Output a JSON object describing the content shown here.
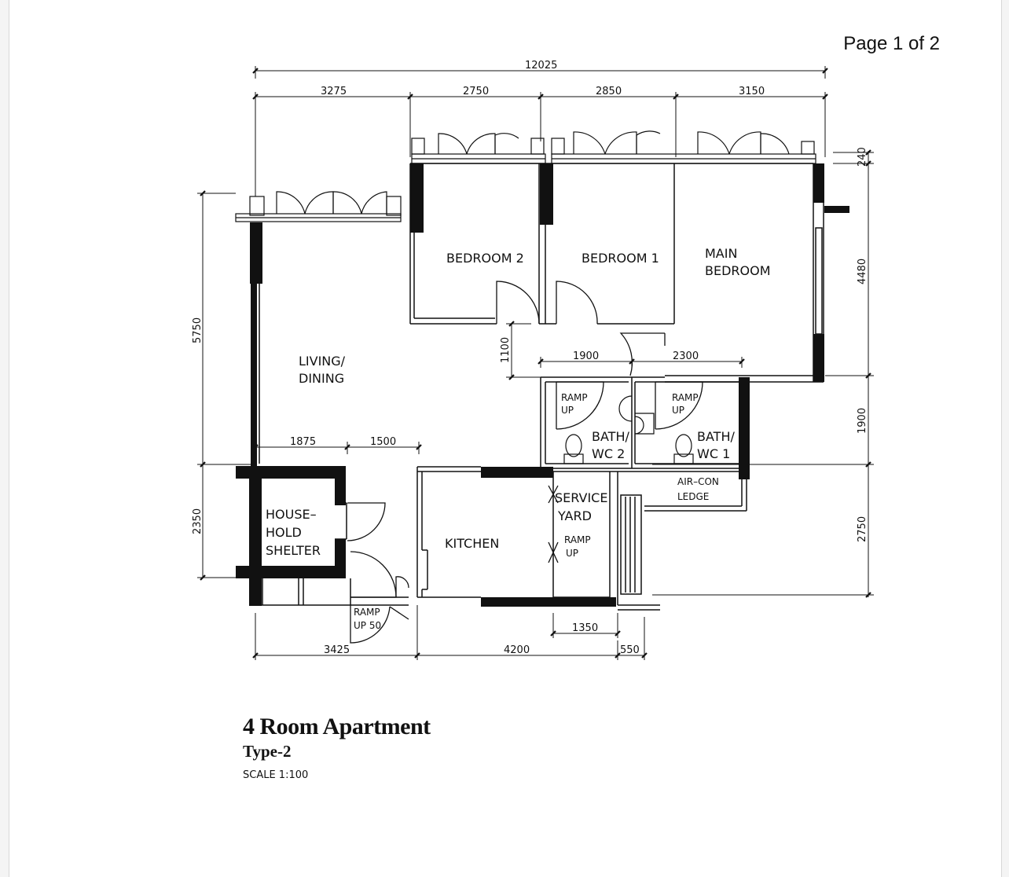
{
  "page_label": "Page 1 of 2",
  "title": "4 Room Apartment",
  "subtitle": "Type-2",
  "scale": "SCALE  1:100",
  "rooms": {
    "bedroom2": "BEDROOM  2",
    "bedroom1": "BEDROOM  1",
    "main_bedroom": [
      "MAIN",
      "BEDROOM"
    ],
    "living_dining": [
      "LIVING/",
      "DINING"
    ],
    "bath2": [
      "BATH/",
      "WC  2"
    ],
    "bath1": [
      "BATH/",
      "WC  1"
    ],
    "household_shelter": [
      "HOUSE–",
      "HOLD",
      "SHELTER"
    ],
    "kitchen": "KITCHEN",
    "service_yard": [
      "SERVICE",
      "YARD"
    ],
    "aircon_ledge": [
      "AIR–CON",
      "LEDGE"
    ],
    "ramp_up": [
      "RAMP",
      "UP"
    ],
    "ramp_up_50": [
      "RAMP",
      "UP  50"
    ]
  },
  "dimensions": {
    "overall_width": "12025",
    "top_3275": "3275",
    "top_2750": "2750",
    "top_2850": "2850",
    "top_3150": "3150",
    "right_240": "240",
    "right_4480": "4480",
    "right_1900": "1900",
    "right_2750": "2750",
    "left_5750": "5750",
    "left_2350": "2350",
    "inner_1100": "1100",
    "inner_1900": "1900",
    "inner_2300": "2300",
    "inner_1875": "1875",
    "inner_1500": "1500",
    "bottom_1350": "1350",
    "bottom_3425": "3425",
    "bottom_4200": "4200",
    "bottom_550": "550"
  }
}
